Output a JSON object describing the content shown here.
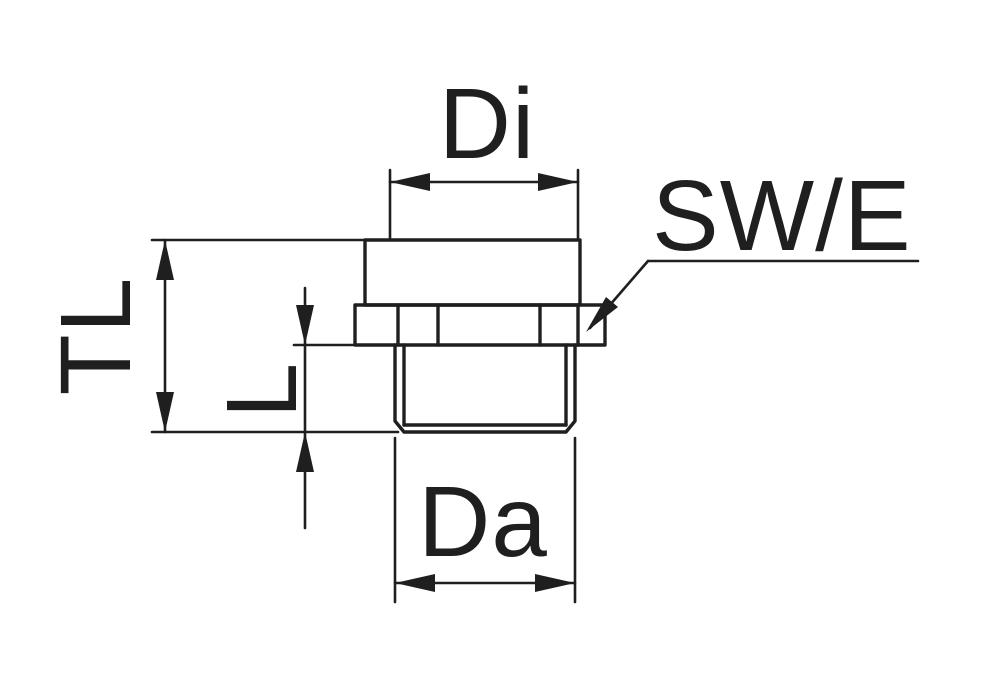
{
  "drawing": {
    "labels": {
      "di": "Di",
      "sw_e": "SW/E",
      "tl": "TL",
      "l": "L",
      "da": "Da"
    },
    "colors": {
      "line": "#1f1f1f",
      "background": "#ffffff"
    }
  }
}
